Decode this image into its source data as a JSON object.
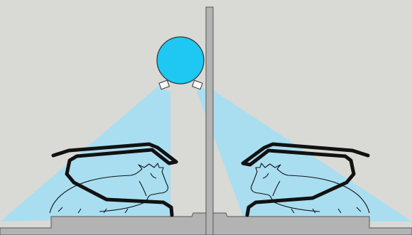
{
  "colors": {
    "background": "#d9d9d5",
    "floor": "#b3b3b3",
    "post": "#b3b3b3",
    "lamp": "#1ec8f2",
    "beam": "#a9def1",
    "outline": "#111111"
  },
  "elements": {
    "lamp": {
      "icon": "round-lamp",
      "emitters": 2
    },
    "stalls": [
      {
        "side": "left",
        "cow_facing": "right"
      },
      {
        "side": "right",
        "cow_facing": "left"
      }
    ]
  }
}
